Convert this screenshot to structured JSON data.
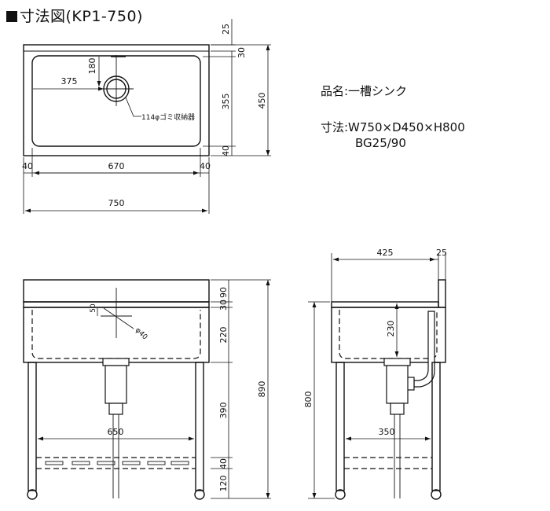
{
  "title": "寸法図(KP1-750)",
  "spec": {
    "name": "品名:一槽シンク",
    "size": "寸法:W750×D450×H800",
    "bg": "BG25/90"
  },
  "top_view": {
    "d_bg": "25",
    "d_30": "30",
    "d_355": "355",
    "d_40": "40",
    "d_450": "450",
    "d_180": "180",
    "d_375": "375",
    "drain_label": "114φゴミ収納器",
    "d_left40": "40",
    "d_670": "670",
    "d_right40": "40",
    "d_750": "750"
  },
  "front_view": {
    "d_90": "90",
    "d_30": "30",
    "d_220": "220",
    "d_390": "390",
    "d_40": "40",
    "d_120": "120",
    "d_890": "890",
    "d_650": "650",
    "d_50": "50",
    "d_phi40": "φ40"
  },
  "side_view": {
    "d_425": "425",
    "d_25": "25",
    "d_230": "230",
    "d_800": "800",
    "d_350": "350"
  }
}
